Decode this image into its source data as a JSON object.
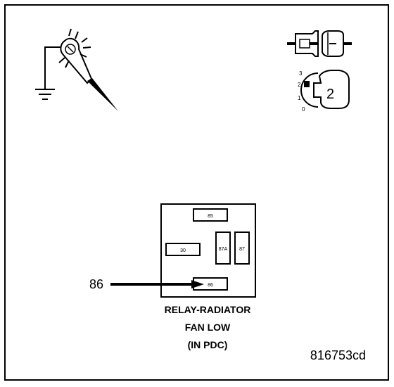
{
  "figure_id": "816753cd",
  "relay": {
    "caption_line1": "RELAY-RADIATOR",
    "caption_line2": "FAN LOW",
    "caption_line3": "(IN PDC)",
    "callout": "86",
    "terminals": {
      "t85": "85",
      "t30": "30",
      "t87a": "87A",
      "t87": "87",
      "t86": "86"
    }
  },
  "ignition_switch": {
    "key_label": "2",
    "positions": [
      "3",
      "2",
      "1",
      "0"
    ]
  }
}
